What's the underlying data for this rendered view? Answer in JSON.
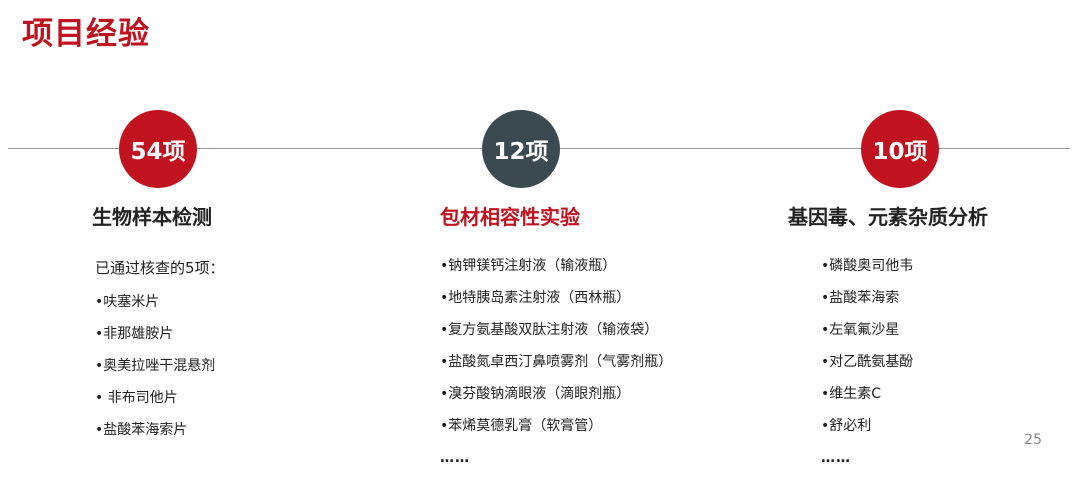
{
  "page": {
    "title": "项目经验",
    "page_number": "25"
  },
  "columns": [
    {
      "count": "54项",
      "heading": "生物样本检测",
      "intro": "已通过核查的5项：",
      "items": [
        "•呋塞米片",
        "•非那雄胺片",
        "•奥美拉唑干混悬剂",
        "• 非布司他片",
        "•盐酸苯海索片"
      ]
    },
    {
      "count": "12项",
      "heading": "包材相容性实验",
      "items": [
        "•钠钾镁钙注射液（输液瓶）",
        "•地特胰岛素注射液（西林瓶）",
        "•复方氨基酸双肽注射液（输液袋）",
        "•盐酸氮卓西汀鼻喷雾剂（气雾剂瓶）",
        "•溴芬酸钠滴眼液（滴眼剂瓶）",
        "•苯烯莫德乳膏（软膏管）"
      ],
      "more": "……"
    },
    {
      "count": "10项",
      "heading": "基因毒、元素杂质分析",
      "items": [
        "•磷酸奥司他韦",
        "•盐酸苯海索",
        "•左氧氟沙星",
        "•对乙酰氨基酚",
        "•维生素C",
        "•舒必利"
      ],
      "more": "……"
    }
  ],
  "colors": {
    "accent_red": "#c0121f",
    "dark_slate": "#3b4a50"
  }
}
